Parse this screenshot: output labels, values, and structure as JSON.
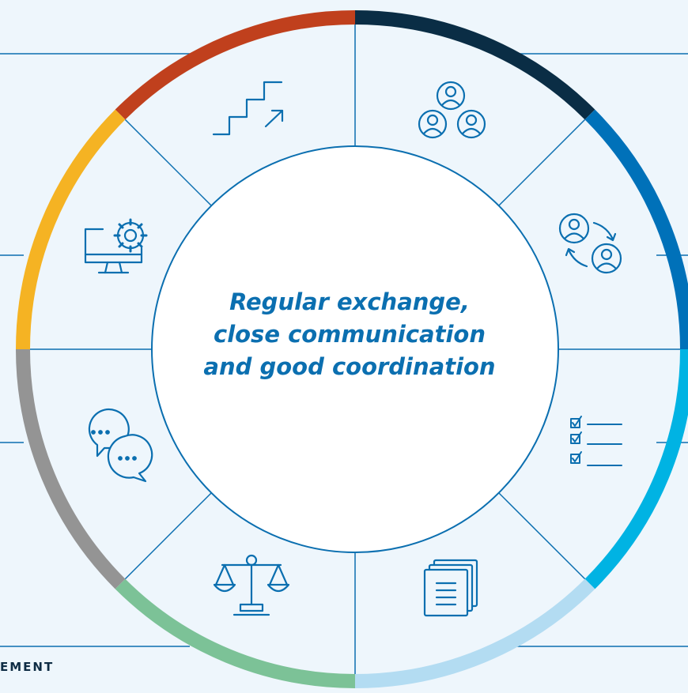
{
  "diagram": {
    "center_text": [
      "Regular exchange,",
      "close communication",
      "and good coordination"
    ],
    "footer_label": "EMENT",
    "colors": {
      "background": "#ffffff",
      "panel": "#eef6fc",
      "line": "#0b6fb0",
      "text": "#0b6fb0",
      "footer_text": "#0e2c44"
    },
    "segments": [
      {
        "name": "career-growth",
        "icon": "stairs-arrow-icon",
        "color": "#c0401d"
      },
      {
        "name": "team",
        "icon": "people-group-icon",
        "color": "#0a2d45"
      },
      {
        "name": "exchange",
        "icon": "people-exchange-icon",
        "color": "#0071b9"
      },
      {
        "name": "checklist",
        "icon": "checklist-icon",
        "color": "#00b3e3"
      },
      {
        "name": "documents",
        "icon": "documents-icon",
        "color": "#b3dcf2"
      },
      {
        "name": "balance",
        "icon": "scales-icon",
        "color": "#7cc297"
      },
      {
        "name": "communication",
        "icon": "chat-bubbles-icon",
        "color": "#949494"
      },
      {
        "name": "technology",
        "icon": "monitor-gear-icon",
        "color": "#f5b323"
      }
    ]
  }
}
